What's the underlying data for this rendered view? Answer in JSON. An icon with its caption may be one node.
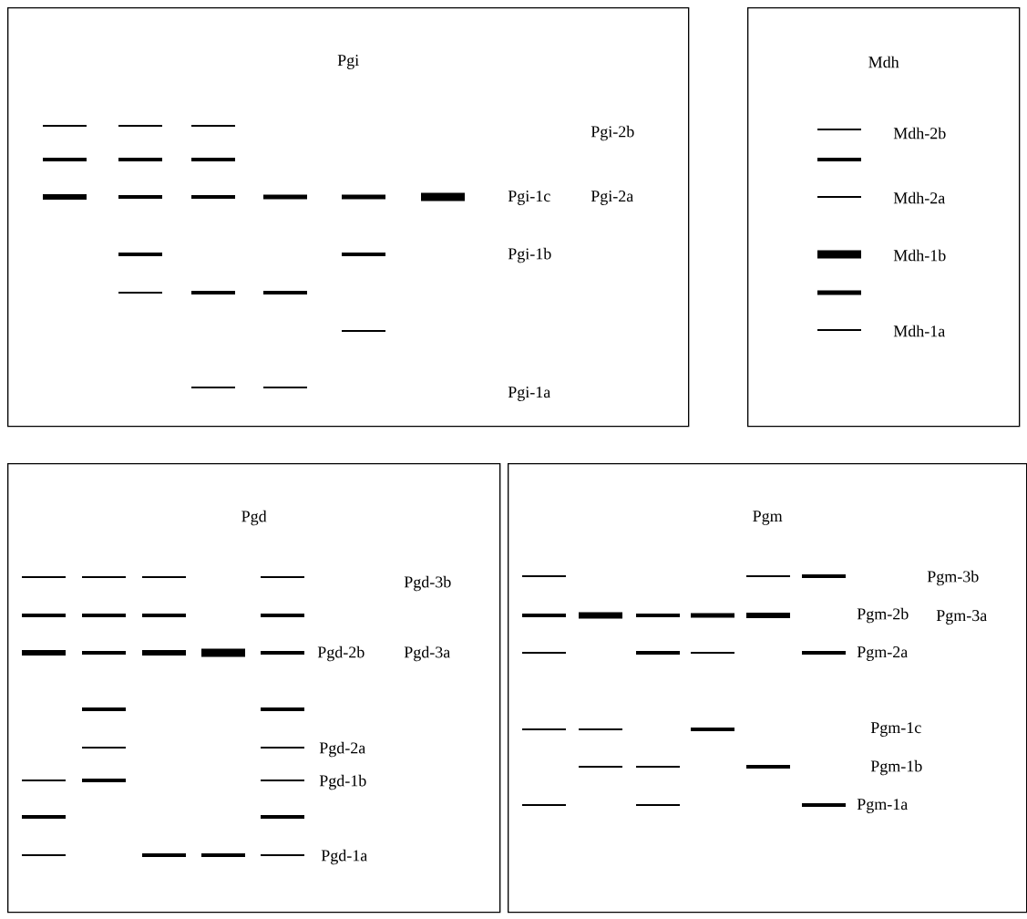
{
  "diagram": {
    "nodes": [
      {
        "text": [
          "Pgi"
        ]
      },
      {
        "text": [
          "Mdh"
        ]
      },
      {
        "text": [
          "Pgd"
        ]
      },
      {
        "text": [
          "Pgm"
        ]
      }
    ],
    "labels": [
      "Pgi-2b",
      "Pgi-1c",
      "Pgi-2a",
      "Pgi-1b",
      "Pgi-1a",
      "Mdh-2b",
      "Mdh-2a",
      "Mdh-1b",
      "Mdh-1a",
      "Pgd-3b",
      "Pgd-2b",
      "Pgd-3a",
      "Pgd-2a",
      "Pgd-1b",
      "Pgd-1a",
      "Pgm-3b",
      "Pgm-2b",
      "Pgm-3a",
      "Pgm-2a",
      "Pgm-1c",
      "Pgm-1b",
      "Pgm-1a"
    ]
  }
}
